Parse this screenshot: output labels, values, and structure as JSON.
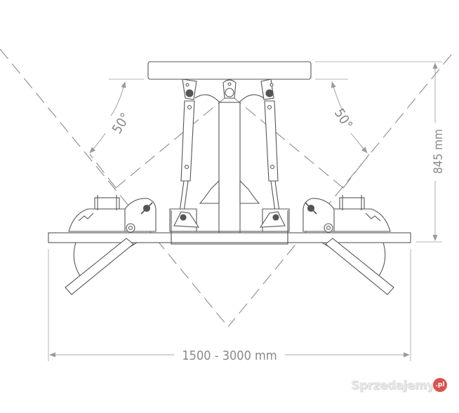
{
  "diagram": {
    "title": "",
    "subject": "Hydraulic adjustable-width attachment (front view) with tilt range",
    "colors": {
      "line": "#555555",
      "dimension": "#9a9a9a",
      "dashed": "#8c8c8c",
      "text": "#8a8a8a",
      "watermark_badge": "#d9534f"
    },
    "dimensions": {
      "width_label": "1500 - 3000 mm",
      "height_label": "845 mm",
      "angle_left_label": "50°",
      "angle_right_label": "50°"
    },
    "components": [
      {
        "name": "top-mounting-bar"
      },
      {
        "name": "left-hydraulic-cylinder"
      },
      {
        "name": "right-hydraulic-cylinder"
      },
      {
        "name": "central-column"
      },
      {
        "name": "base-plate"
      },
      {
        "name": "left-tilting-arm"
      },
      {
        "name": "right-tilting-arm"
      }
    ]
  },
  "watermark": {
    "text": "Sprzedajemy",
    "badge": ".pl"
  }
}
